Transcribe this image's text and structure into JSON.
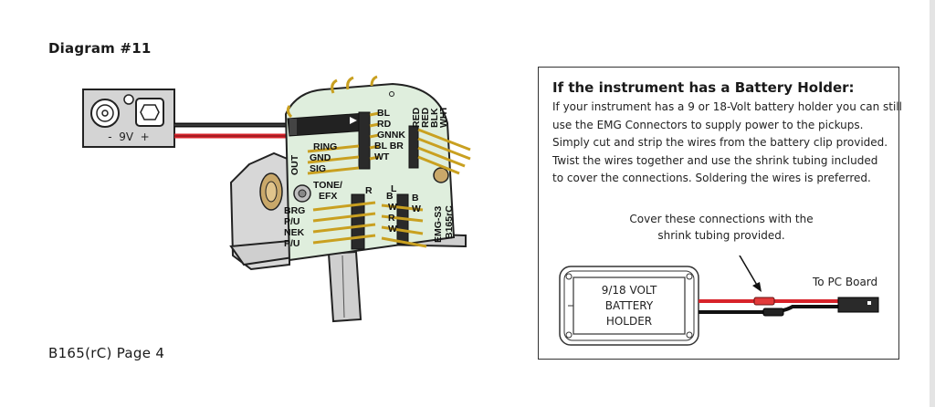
{
  "diagram": {
    "title": "Diagram #11"
  },
  "footer": {
    "page": "B165(rC) Page 4"
  },
  "battery_clip": {
    "label": "-  9V  +"
  },
  "board": {
    "top_labels": [
      "BL",
      "RD",
      "GNNK",
      "BL BR",
      "WT"
    ],
    "right_labels": [
      "RED",
      "RED",
      "BLK",
      "WHT"
    ],
    "left_labels": [
      "RING",
      "GND",
      "SIG"
    ],
    "out_label": "OUT",
    "tone_label_line1": "TONE/",
    "tone_label_line2": "EFX",
    "bottom_left_labels": [
      "BRG",
      "P/U",
      "NEK",
      "P/U"
    ],
    "small_labels": [
      "R",
      "B",
      "L",
      "W",
      "R",
      "W",
      "B",
      "W"
    ],
    "model_line1": "EMG-S3",
    "model_line2": "B165rC"
  },
  "info": {
    "title": "If the instrument has a Battery Holder:",
    "lines": [
      "If your instrument has a 9 or 18-Volt battery holder you can still",
      "use the EMG Connectors to supply power to the pickups.",
      "Simply cut and strip the wires from the battery clip provided.",
      "Twist the wires together and use the shrink tubing included",
      "to cover the connections. Soldering the wires is preferred."
    ],
    "callout_line1": "Cover these connections with the",
    "callout_line2": "shrink tubing provided.",
    "board_label": "To PC Board",
    "holder_line1": "9/18 VOLT",
    "holder_line2": "BATTERY",
    "holder_line3": "HOLDER"
  },
  "colors": {
    "wire_red": "#d8232a",
    "wire_black": "#111111",
    "board": "#dfeedd",
    "bracket": "#d7d7d7",
    "knob": "#c9a86a"
  }
}
